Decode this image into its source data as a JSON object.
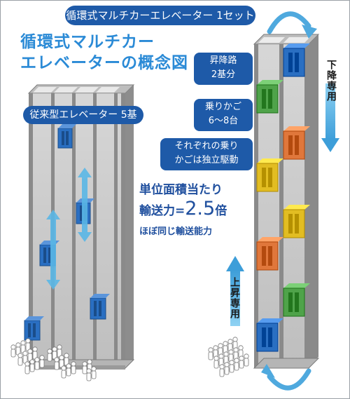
{
  "title": {
    "line1": "循環式マルチカー",
    "line2": "エレベーターの概念図"
  },
  "circulating_label": "循環式マルチカーエレベーター 1セット",
  "conventional_label": "従来型エレベーター 5基",
  "callouts": {
    "descent_path": {
      "line1": "昇降路",
      "line2": "2基分"
    },
    "cars": {
      "line1": "乗りかご",
      "line2": "6～8台"
    },
    "independent": {
      "line1": "それぞれの乗り",
      "line2": "かごは独立駆動"
    }
  },
  "direction": {
    "down_only": "下降専用",
    "up_only": "上昇専用"
  },
  "capacity": {
    "line1": "単位面積当たり",
    "prefix": "輸送力=",
    "value": "2.5",
    "suffix": "倍",
    "line3": "ほぼ同じ輸送能力"
  },
  "colors": {
    "accent_blue": "#1e5aa8",
    "title_blue": "#2a8ad6",
    "arrow_blue": "#5ab7e6",
    "car_blue": "#2a6fc2",
    "car_green": "#4fa34a",
    "car_orange": "#e0773b",
    "car_yellow": "#e2bd22",
    "shaft_gray": "#8f8f8f"
  }
}
